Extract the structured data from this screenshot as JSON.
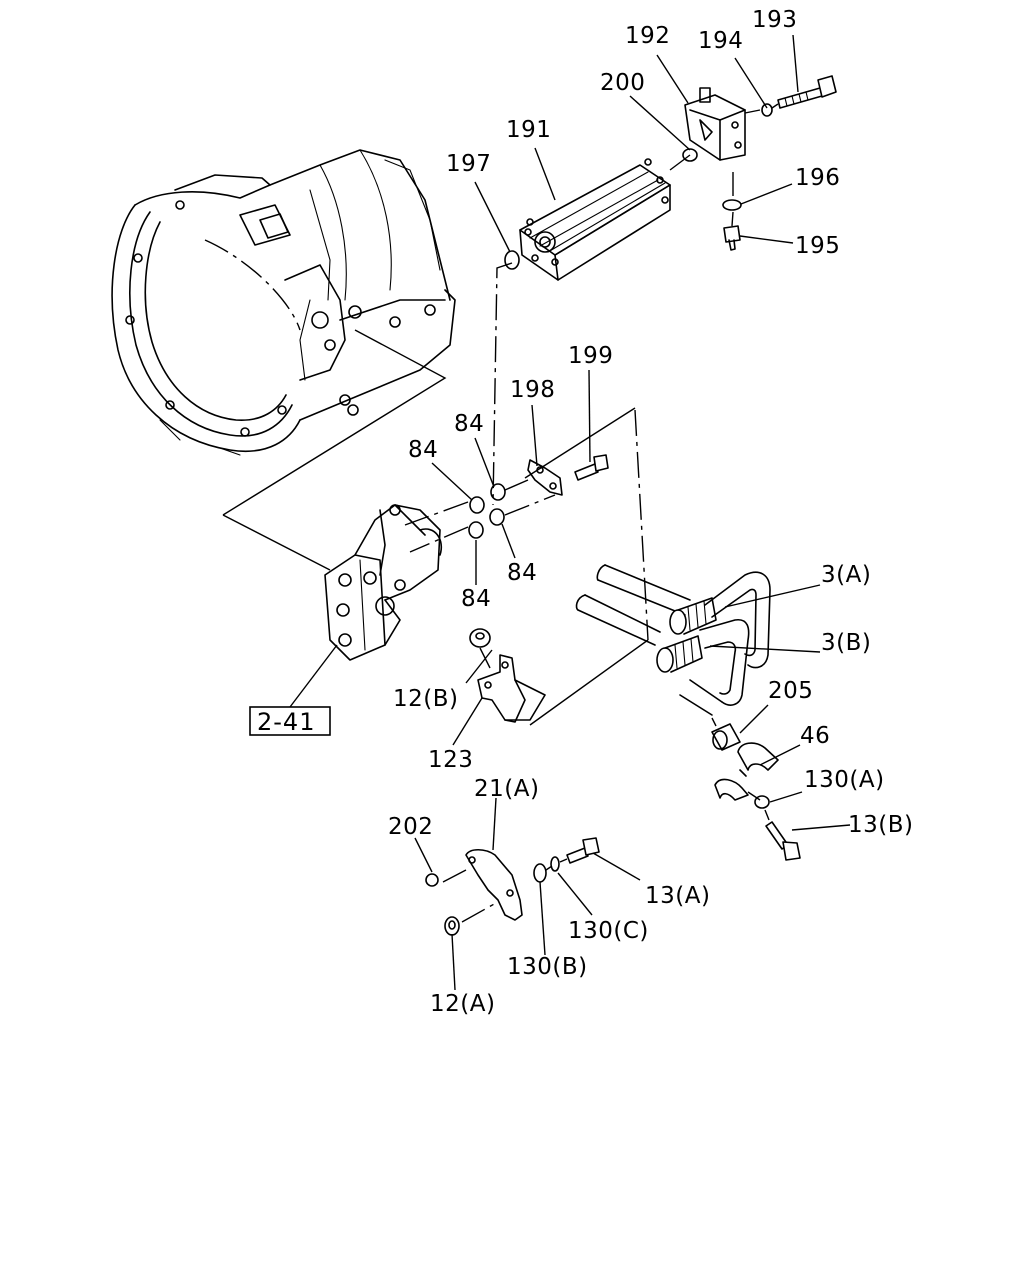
{
  "labels": {
    "p193": "193",
    "p192": "192",
    "p194": "194",
    "p200": "200",
    "p191": "191",
    "p197": "197",
    "p196": "196",
    "p195": "195",
    "p199": "199",
    "p198": "198",
    "p84_a": "84",
    "p84_b": "84",
    "p84_c": "84",
    "p84_d": "84",
    "p3A": "3(A)",
    "p3B": "3(B)",
    "p205": "205",
    "p46": "46",
    "p12B": "12(B)",
    "p123": "123",
    "p130A": "130(A)",
    "p13B": "13(B)",
    "p21A": "21(A)",
    "p202": "202",
    "p13A": "13(A)",
    "p130C": "130(C)",
    "p130B": "130(B)",
    "p12A": "12(A)"
  },
  "reference": "2-41"
}
